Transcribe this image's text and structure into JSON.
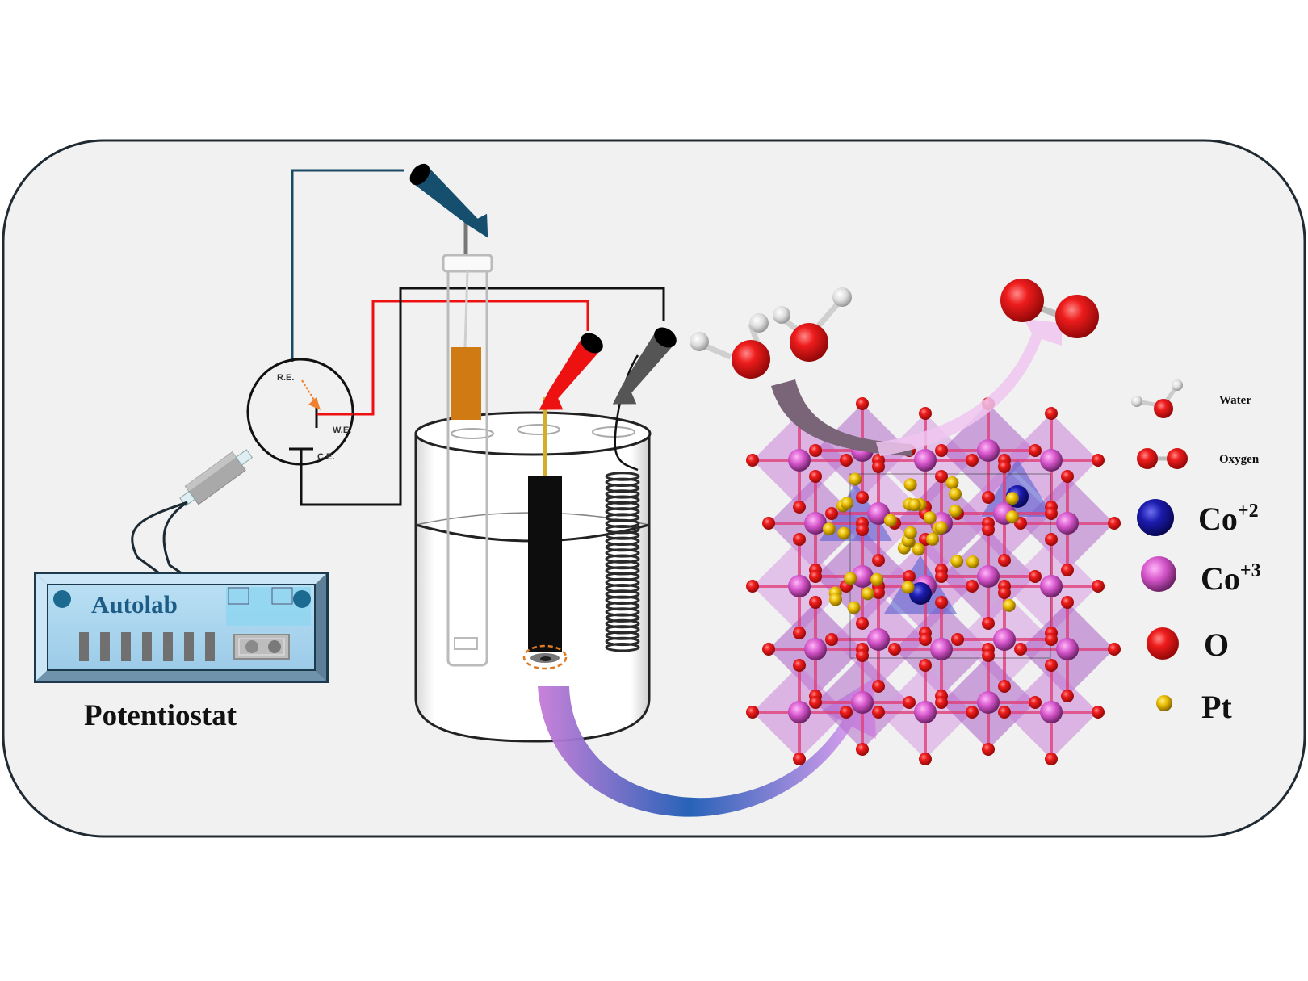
{
  "figure": {
    "title": "Electrochemical OER setup with Pt-decorated Co3O4 spinel",
    "potentiostat": {
      "brand_label": "Autolab",
      "caption": "Potentiostat",
      "port_count": 7
    },
    "circuit": {
      "reference_label": "R.E.",
      "working_label": "W.E.",
      "counter_label": "C.E."
    },
    "reaction": {
      "reactant": "Water",
      "product": "Oxygen"
    },
    "legend": [
      {
        "label": "Water",
        "kind": "water-molecule",
        "color": "#e01010"
      },
      {
        "label": "Oxygen",
        "kind": "oxygen-molecule",
        "color": "#e01010"
      },
      {
        "label": "Co",
        "sup": "+2",
        "kind": "atom",
        "color": "#1a1aa8"
      },
      {
        "label": "Co",
        "sup": "+3",
        "kind": "atom",
        "color": "#d24fc9"
      },
      {
        "label": "O",
        "sup": "",
        "kind": "atom",
        "color": "#e01515"
      },
      {
        "label": "Pt",
        "sup": "",
        "kind": "atom-small",
        "color": "#e6b800"
      }
    ],
    "colors": {
      "panel_bg": "#f1f1f1",
      "panel_border": "#1f2a33",
      "wire_red": "#ee1111",
      "wire_blue": "#1a4a66",
      "wire_black": "#111111",
      "autolab_body": "#a8d4ee",
      "autolab_text": "#1c5c86",
      "arrow_start": "#c77bd8",
      "arrow_mid": "#1d5bb5",
      "arrow_end": "#f1a2f6"
    }
  }
}
